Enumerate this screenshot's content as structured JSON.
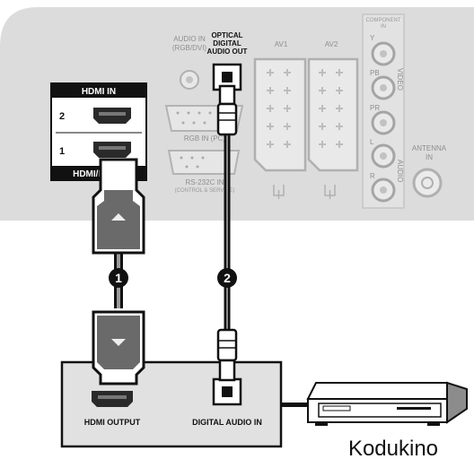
{
  "tv_panel": {
    "audio_in": [
      "AUDIO IN",
      "(RGB/DVI)"
    ],
    "optical_out": [
      "OPTICAL",
      "DIGITAL",
      "AUDIO OUT"
    ],
    "av1": "AV1",
    "av2": "AV2",
    "component": [
      "COMPONENT",
      "IN"
    ],
    "component_ports": [
      "Y",
      "PB",
      "PR",
      "L",
      "R"
    ],
    "video_label": "VIDEO",
    "audio_label": "AUDIO",
    "rgb_in": "RGB IN (PC)",
    "rs232c": [
      "RS-232C IN",
      "(CONTROL & SERVICE)"
    ],
    "antenna": [
      "ANTENNA",
      "IN"
    ]
  },
  "hdmi_panel": {
    "title": "HDMI IN",
    "port_2": "2",
    "port_1": "1",
    "footer": "HDMI/DVI IN"
  },
  "steps": [
    "1",
    "2"
  ],
  "source_device": {
    "hdmi_output": "HDMI OUTPUT",
    "digital_audio_in": "DIGITAL AUDIO IN"
  },
  "device_caption": "Kodukino"
}
